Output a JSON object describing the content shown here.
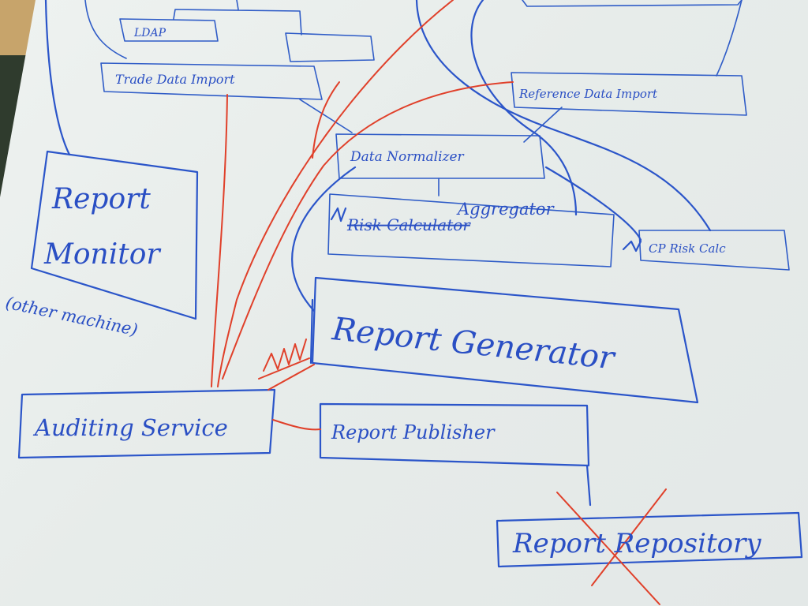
{
  "diagram": {
    "labels": {
      "ldap": "LDAP",
      "trade_data_import": "Trade Data Import",
      "reference_data_import": "Reference Data Import",
      "data_normalizer": "Data Normalizer",
      "risk_calculator": "Risk Calculator",
      "aggregator": "Aggregator",
      "cp_risk_calc": "CP Risk Calc",
      "report_monitor_line1": "Report",
      "report_monitor_line2": "Monitor",
      "report_monitor_note": "(other machine)",
      "report_generator": "Report Generator",
      "auditing_service": "Auditing Service",
      "report_publisher": "Report Publisher",
      "report_repository": "Report Repository"
    },
    "colors": {
      "ink_blue": "#2b55c9",
      "ink_red": "#e0402a",
      "paper": "#eef2f0"
    }
  }
}
